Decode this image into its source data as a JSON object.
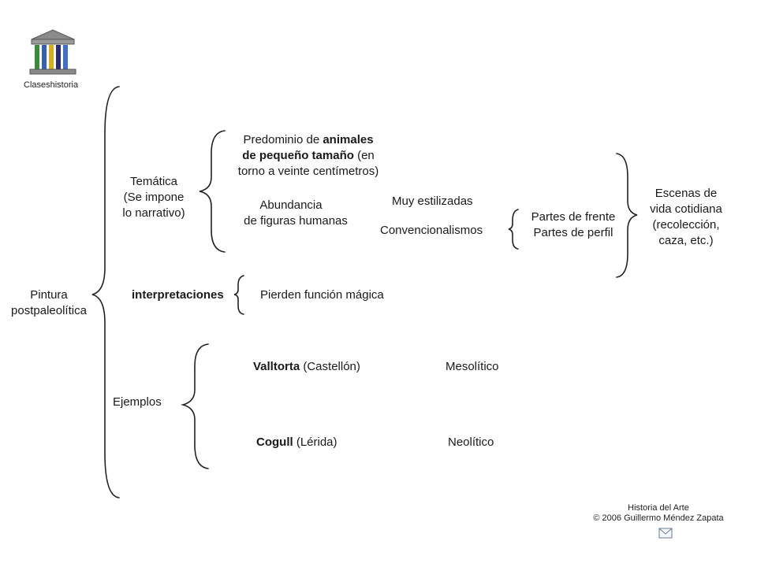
{
  "header": {
    "site_name": "Claseshistoria"
  },
  "footer": {
    "subject": "Historia del Arte",
    "copyright": "© 2006 Guillermo Méndez Zapata"
  },
  "diagram": {
    "root": {
      "line1": "Pintura",
      "line2": "postpaleolítica"
    },
    "tematica": {
      "line1": "Temática",
      "line2": "(Se impone",
      "line3": "lo narrativo)"
    },
    "animales": {
      "l1": "Predominio de ",
      "l1_bold": "animales",
      "l2_bold": "de pequeño tamaño",
      "l2": " (en",
      "l3": "torno a veinte centímetros)"
    },
    "figuras": {
      "line1": "Abundancia",
      "line2": "de figuras humanas"
    },
    "estilizadas": "Muy estilizadas",
    "convencionalismos": "Convencionalismos",
    "partes": {
      "line1": "Partes de frente",
      "line2": "Partes de perfil"
    },
    "escenas": {
      "line1": "Escenas de",
      "line2": "vida cotidiana",
      "line3": "(recolección,",
      "line4": "caza, etc.)"
    },
    "interpretaciones": "interpretaciones",
    "funcion_magica": "Pierden función mágica",
    "ejemplos": "Ejemplos",
    "valltorta": {
      "name": "Valltorta",
      "place": " (Castellón)",
      "period": "Mesolítico"
    },
    "cogull": {
      "name": "Cogull",
      "place": " (Lérida)",
      "period": "Neolítico"
    }
  }
}
